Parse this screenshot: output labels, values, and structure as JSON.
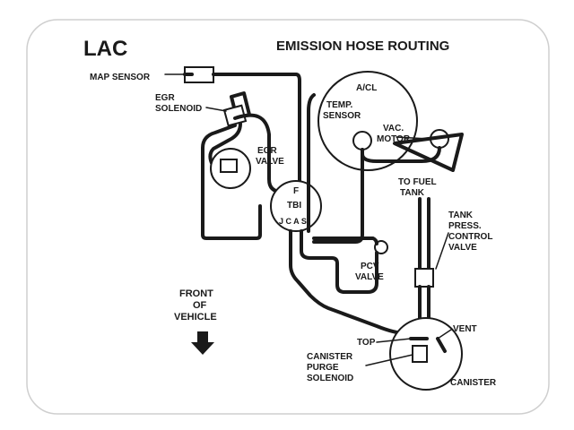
{
  "header": {
    "code": "LAC",
    "title": "EMISSION HOSE ROUTING"
  },
  "labels": {
    "map_sensor": "MAP SENSOR",
    "egr_solenoid_1": "EGR",
    "egr_solenoid_2": "SOLENOID",
    "egr_valve_1": "EGR",
    "egr_valve_2": "VALVE",
    "acl": "A/CL",
    "temp_sensor_1": "TEMP.",
    "temp_sensor_2": "SENSOR",
    "vac_motor_1": "VAC.",
    "vac_motor_2": "MOTOR",
    "tbi_f": "F",
    "tbi": "TBI",
    "tbi_ports": "J C A S",
    "pcv_valve_1": "PCV",
    "pcv_valve_2": "VALVE",
    "to_fuel_tank_1": "TO FUEL",
    "to_fuel_tank_2": "TANK",
    "tank_press_1": "TANK",
    "tank_press_2": "PRESS.",
    "tank_press_3": "CONTROL",
    "tank_press_4": "VALVE",
    "front_1": "FRONT",
    "front_2": "OF",
    "front_3": "VEHICLE",
    "top": "TOP",
    "vent": "VENT",
    "canister_purge_1": "CANISTER",
    "canister_purge_2": "PURGE",
    "canister_purge_3": "SOLENOID",
    "canister": "CANISTER"
  },
  "colors": {
    "ink": "#1a1a1a",
    "decal": "#ffffff",
    "background": "#ffffff"
  },
  "icons": {
    "front_arrow": "arrow-down-icon"
  }
}
